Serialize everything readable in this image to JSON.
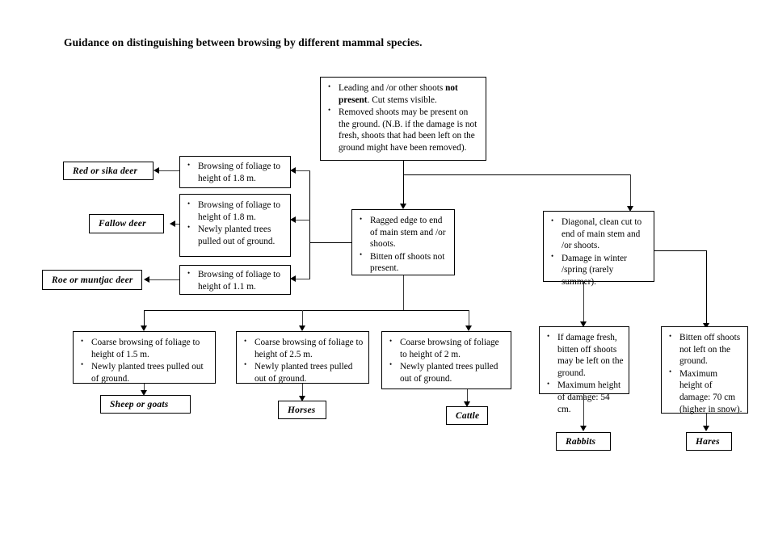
{
  "title": "Guidance on distinguishing between browsing by different mammal species.",
  "nodes": {
    "root": {
      "id": "root-shoots-absent",
      "bullets": [
        "Leading and /or other shoots not present. Cut stems visible.",
        "Removed shoots may be present on the ground. (N.B. if the damage is not fresh, shoots that had been left on the ground might have been removed)."
      ],
      "bullet1_pre": "Leading and /or other shoots ",
      "bullet1_bold": "not present",
      "bullet1_post": ". Cut stems visible.",
      "bullet2": "Removed shoots may be present on the ground. (N.B. if the damage is not fresh, shoots that had been left on the ground might have been removed)."
    },
    "ragged": {
      "id": "ragged-edge",
      "bullets": [
        "Ragged edge to end of main stem and /or shoots.",
        "Bitten off shoots not present."
      ]
    },
    "diagonal": {
      "id": "diagonal-clean-cut",
      "bullets": [
        "Diagonal, clean cut to end of main stem and /or shoots.",
        "Damage in winter /spring (rarely summer)."
      ]
    },
    "deer1": {
      "id": "browse-1-8",
      "bullets": [
        "Browsing of foliage to height of 1.8 m."
      ]
    },
    "deer2": {
      "id": "browse-1-8-pulled",
      "bullets": [
        "Browsing of foliage to height of 1.8 m.",
        "Newly planted trees pulled out of ground."
      ]
    },
    "deer3": {
      "id": "browse-1-1",
      "bullets": [
        "Browsing of foliage to height of 1.1 m."
      ]
    },
    "coarse1": {
      "id": "coarse-1-5",
      "bullets": [
        "Coarse browsing of foliage to height of 1.5 m.",
        "Newly planted trees pulled out of ground."
      ]
    },
    "coarse2": {
      "id": "coarse-2-5",
      "bullets": [
        "Coarse browsing of foliage to height of 2.5 m.",
        "Newly planted trees pulled out of ground."
      ]
    },
    "coarse3": {
      "id": "coarse-2",
      "bullets": [
        "Coarse browsing of foliage to height of 2 m.",
        "Newly planted trees pulled out of ground."
      ]
    },
    "rabbit_crit": {
      "id": "rabbit-criteria",
      "bullets": [
        "If damage fresh, bitten off shoots may be left on the ground.",
        "Maximum height of damage: 54 cm."
      ]
    },
    "hare_crit": {
      "id": "hare-criteria",
      "bullets": [
        "Bitten off shoots not left on the ground.",
        "Maximum height of damage: 70 cm (higher in snow)."
      ]
    }
  },
  "terminals": {
    "red_sika": "Red or sika deer",
    "fallow": "Fallow deer",
    "roe_muntjac": "Roe or muntjac deer",
    "sheep_goats": "Sheep or goats",
    "horses": "Horses",
    "cattle": "Cattle",
    "rabbits": "Rabbits",
    "hares": "Hares"
  },
  "colors": {
    "line": "#3a3a3a",
    "border": "#000000",
    "background": "#ffffff",
    "text": "#000000"
  }
}
